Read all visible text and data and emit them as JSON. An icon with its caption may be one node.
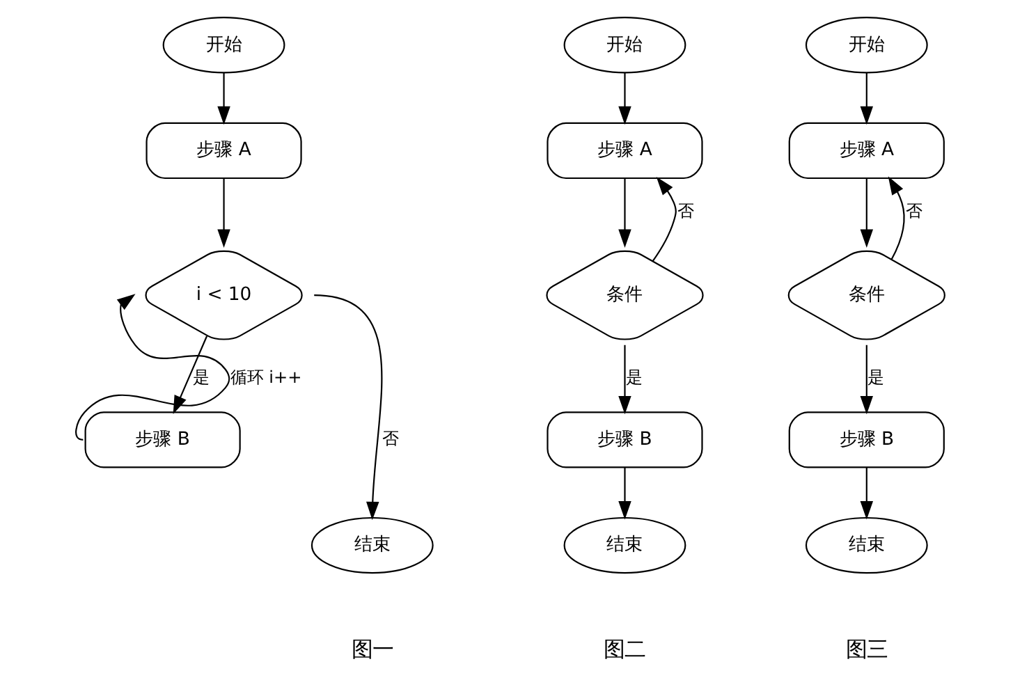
{
  "diagram": {
    "nodes": [
      {
        "text": [
          "开始"
        ]
      },
      {
        "text": [
          "步骤 A"
        ]
      },
      {
        "text": [
          "i < 10"
        ]
      },
      {
        "text": [
          "步骤 B"
        ]
      },
      {
        "text": [
          "结束"
        ]
      },
      {
        "text": [
          "开始"
        ]
      },
      {
        "text": [
          "步骤 A"
        ]
      },
      {
        "text": [
          "条件"
        ]
      },
      {
        "text": [
          "步骤 B"
        ]
      },
      {
        "text": [
          "结束"
        ]
      },
      {
        "text": [
          "开始"
        ]
      },
      {
        "text": [
          "步骤 A"
        ]
      },
      {
        "text": [
          "条件"
        ]
      },
      {
        "text": [
          "步骤 B"
        ]
      },
      {
        "text": [
          "结束"
        ]
      }
    ],
    "edges": [
      {
        "from": 0,
        "to": 1,
        "arrow": "to"
      },
      {
        "from": 1,
        "to": 2,
        "arrow": "to"
      },
      {
        "from": 2,
        "to": 3,
        "label": "是",
        "arrow": "to"
      },
      {
        "from": 3,
        "to": 2,
        "label": "循环 i++",
        "arrow": "to"
      },
      {
        "from": 2,
        "to": 4,
        "label": "否",
        "arrow": "to"
      },
      {
        "from": 5,
        "to": 6,
        "arrow": "to"
      },
      {
        "from": 6,
        "to": 7,
        "arrow": "to"
      },
      {
        "from": 7,
        "to": 6,
        "label": "否",
        "arrow": "to"
      },
      {
        "from": 7,
        "to": 8,
        "label": "是",
        "arrow": "to"
      },
      {
        "from": 8,
        "to": 9,
        "arrow": "to"
      },
      {
        "from": 10,
        "to": 11,
        "arrow": "to"
      },
      {
        "from": 11,
        "to": 12,
        "arrow": "to"
      },
      {
        "from": 12,
        "to": 11,
        "label": "否",
        "arrow": "to"
      },
      {
        "from": 12,
        "to": 13,
        "label": "是",
        "arrow": "to"
      },
      {
        "from": 13,
        "to": 14,
        "arrow": "to"
      }
    ],
    "labels": [
      "图一",
      "图二",
      "图三"
    ]
  }
}
